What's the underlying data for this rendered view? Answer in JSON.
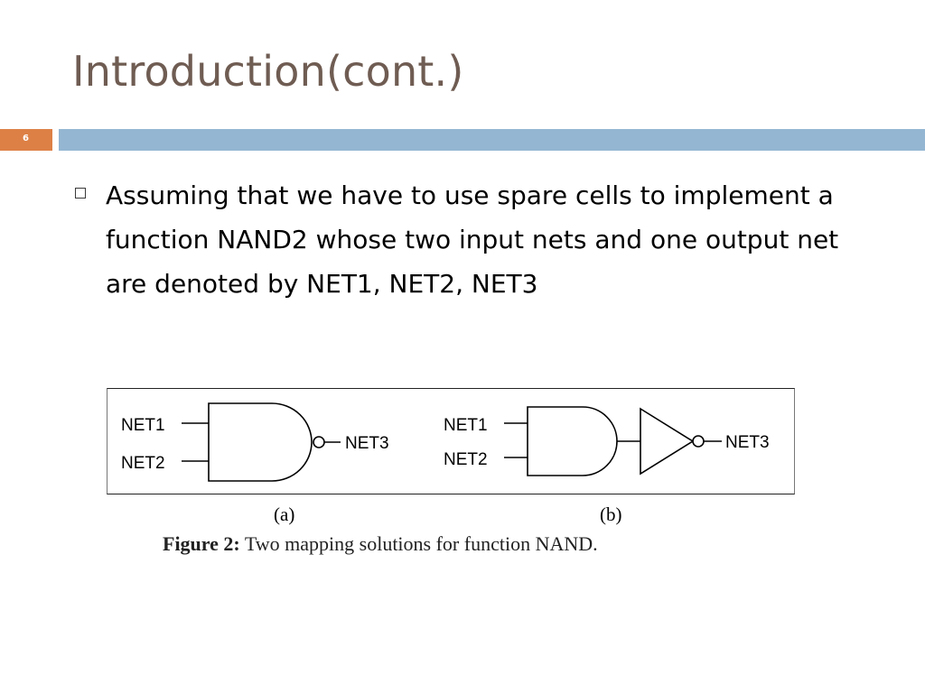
{
  "slide": {
    "title": "Introduction(cont.)",
    "number": "6"
  },
  "bullets": [
    "Assuming that we have to use spare cells to implement a function NAND2 whose two input nets and one output net are denoted by NET1, NET2, NET3"
  ],
  "figure": {
    "a": {
      "inputs": [
        "NET1",
        "NET2"
      ],
      "output": "NET3",
      "label": "(a)"
    },
    "b": {
      "inputs": [
        "NET1",
        "NET2"
      ],
      "output": "NET3",
      "label": "(b)"
    },
    "caption_bold": "Figure 2:",
    "caption_text": "Two mapping solutions for function NAND."
  },
  "colors": {
    "title": "#6f5c52",
    "slide_number_box": "#dd8046",
    "accent_bar": "#94b6d2"
  }
}
